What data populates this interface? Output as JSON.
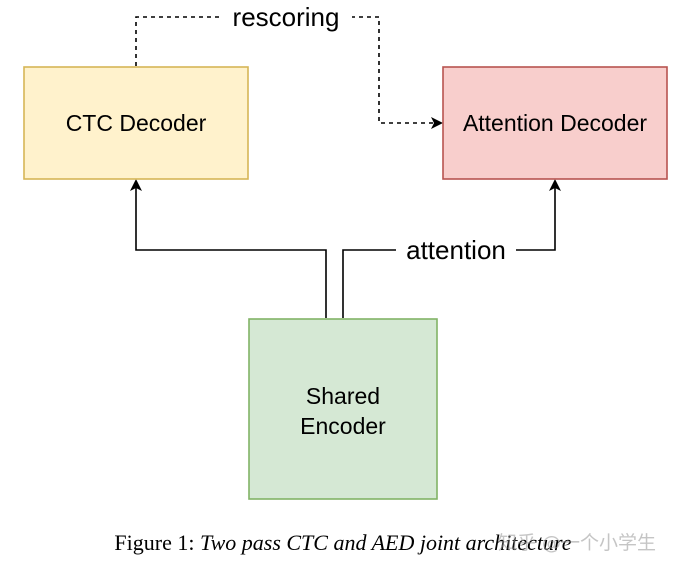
{
  "diagram": {
    "nodes": {
      "ctc_decoder": {
        "label": "CTC Decoder",
        "fill": "#fff2cc",
        "stroke": "#d6b656"
      },
      "attention_decoder": {
        "label": "Attention Decoder",
        "fill": "#f8cecc",
        "stroke": "#b85450"
      },
      "shared_encoder": {
        "label_line1": "Shared",
        "label_line2": "Encoder",
        "fill": "#d5e8d4",
        "stroke": "#82b366"
      }
    },
    "edges": {
      "rescoring": {
        "label": "rescoring",
        "style": "dashed"
      },
      "attention": {
        "label": "attention",
        "style": "solid"
      }
    }
  },
  "caption": {
    "prefix": "Figure 1: ",
    "title": "Two pass CTC and AED joint architecture"
  },
  "watermark": {
    "text": "知乎 @一个小学生"
  }
}
